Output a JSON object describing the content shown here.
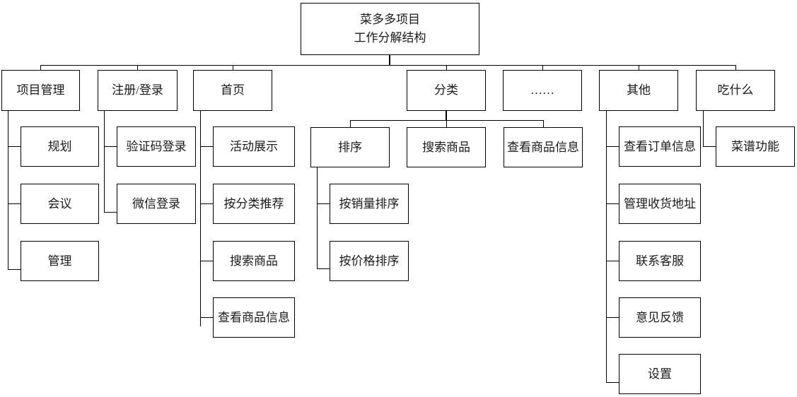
{
  "diagram": {
    "title_line1": "菜多多项目",
    "title_line2": "工作分解结构",
    "type": "work-breakdown-structure",
    "level2": {
      "project_management": "项目管理",
      "register_login": "注册/登录",
      "home": "首页",
      "category": "分类",
      "ellipsis": "……",
      "other": "其他",
      "eat_what": "吃什么"
    },
    "project_management_children": {
      "planning": "规划",
      "meeting": "会议",
      "management": "管理"
    },
    "register_login_children": {
      "captcha_login": "验证码登录",
      "wechat_login": "微信登录"
    },
    "home_children": {
      "activity_display": "活动展示",
      "recommend_by_category": "按分类推荐",
      "search_product": "搜索商品",
      "view_product_info": "查看商品信息"
    },
    "category_children": {
      "sort": "排序",
      "search_product": "搜索商品",
      "view_product_info": "查看商品信息"
    },
    "sort_children": {
      "by_sales": "按销量排序",
      "by_price": "按价格排序"
    },
    "other_children": {
      "view_order_info": "查看订单信息",
      "manage_address": "管理收货地址",
      "contact_support": "联系客服",
      "feedback": "意见反馈",
      "settings": "设置"
    },
    "eat_what_children": {
      "recipe_feature": "菜谱功能"
    }
  }
}
